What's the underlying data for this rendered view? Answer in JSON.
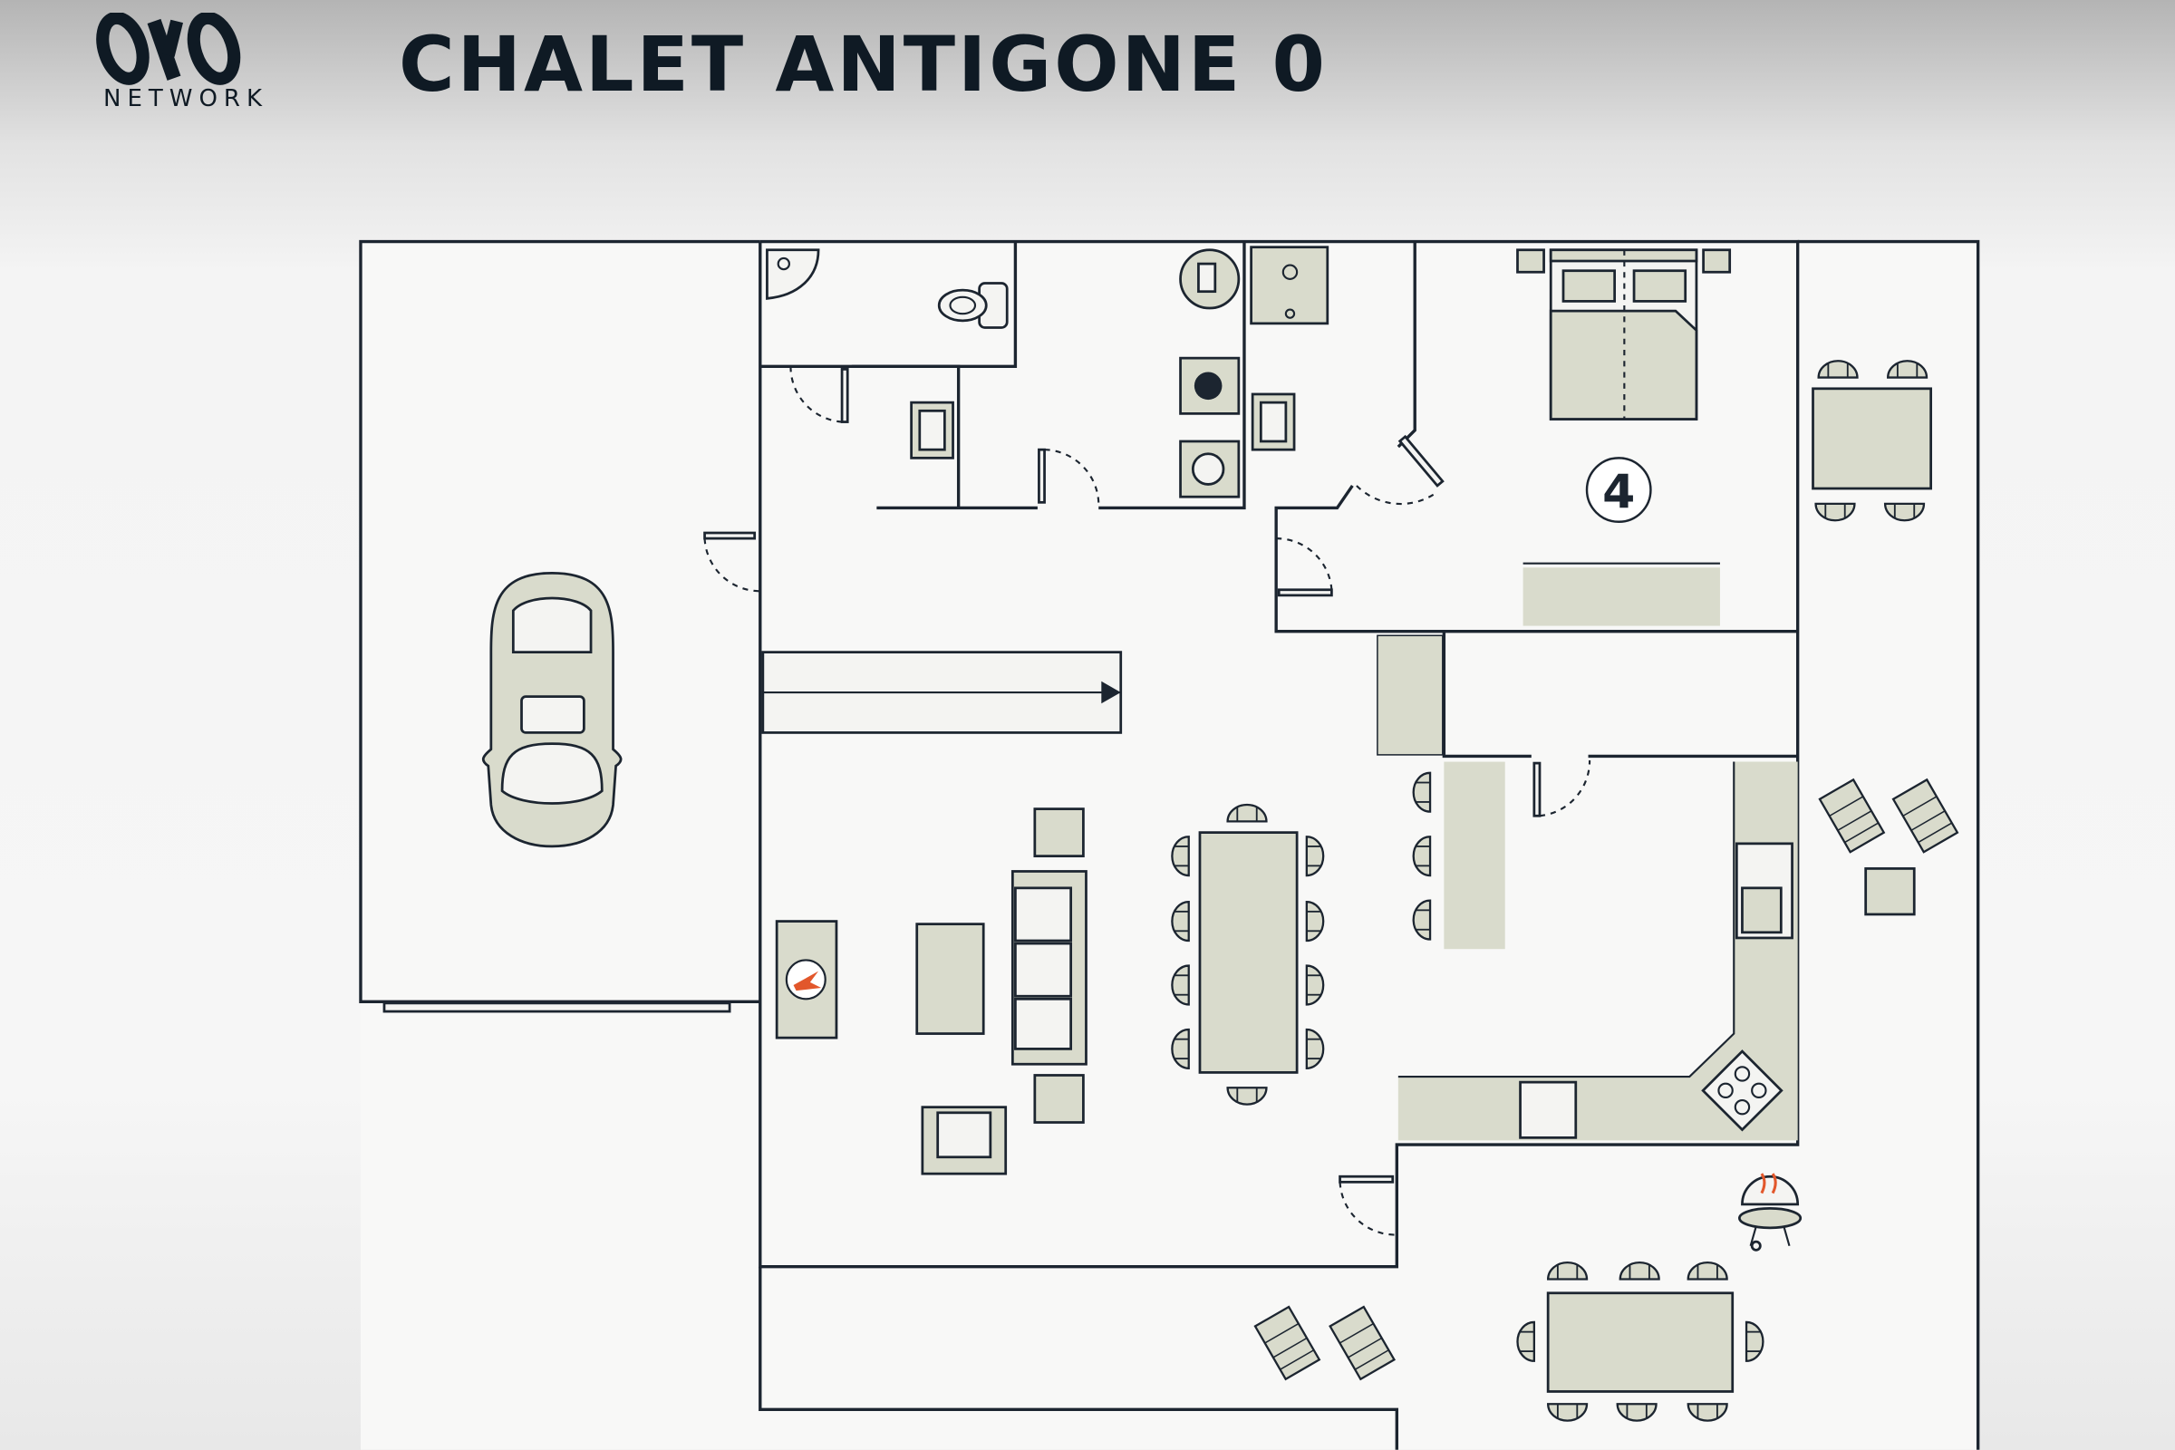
{
  "header": {
    "logo_text": "NETWORK",
    "title": "CHALET ANTIGONE 0"
  },
  "plan": {
    "room_number": "4",
    "colors": {
      "wall": "#1c2530",
      "furniture": "#d9dbcc",
      "fire_accent": "#e2572b",
      "floor": "#f4f4f2"
    }
  }
}
